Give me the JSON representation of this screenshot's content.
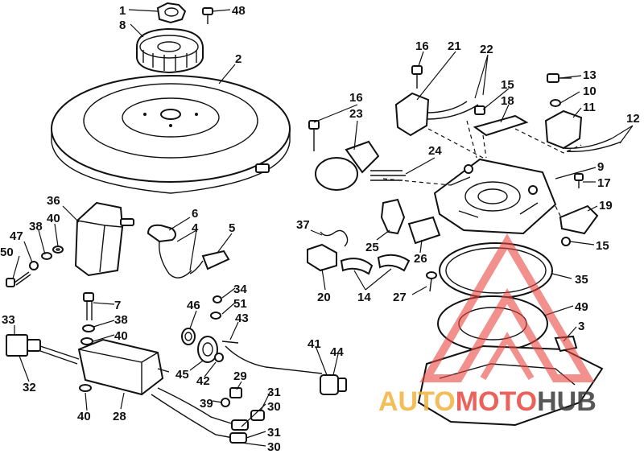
{
  "callouts": {
    "c1": "1",
    "c48": "48",
    "c8": "8",
    "c2": "2",
    "c16a": "16",
    "c21": "21",
    "c22": "22",
    "c15a": "15",
    "c18": "18",
    "c13": "13",
    "c10": "10",
    "c11": "11",
    "c12": "12",
    "c16b": "16",
    "c23": "23",
    "c24": "24",
    "c9": "9",
    "c17": "17",
    "c19": "19",
    "c15b": "15",
    "c36": "36",
    "c6": "6",
    "c4": "4",
    "c5": "5",
    "c38a": "38",
    "c40a": "40",
    "c47": "47",
    "c50": "50",
    "c37": "37",
    "c25": "25",
    "c26": "26",
    "c35": "35",
    "c20": "20",
    "c14": "14",
    "c27": "27",
    "c7": "7",
    "c38b": "38",
    "c40b": "40",
    "c33": "33",
    "c32": "32",
    "c40c": "40",
    "c28": "28",
    "c34": "34",
    "c51": "51",
    "c46": "46",
    "c43": "43",
    "c41": "41",
    "c44": "44",
    "c45": "45",
    "c42": "42",
    "c29": "29",
    "c39": "39",
    "c31a": "31",
    "c30a": "30",
    "c31b": "31",
    "c30b": "30",
    "c49": "49",
    "c3": "3"
  },
  "watermark": {
    "part1": "AUTO",
    "part2": "MOTO",
    "part3": "HUB",
    "color_gold": "#f2b33d",
    "color_red": "#e8463f",
    "color_dark": "#3a3a3a"
  }
}
